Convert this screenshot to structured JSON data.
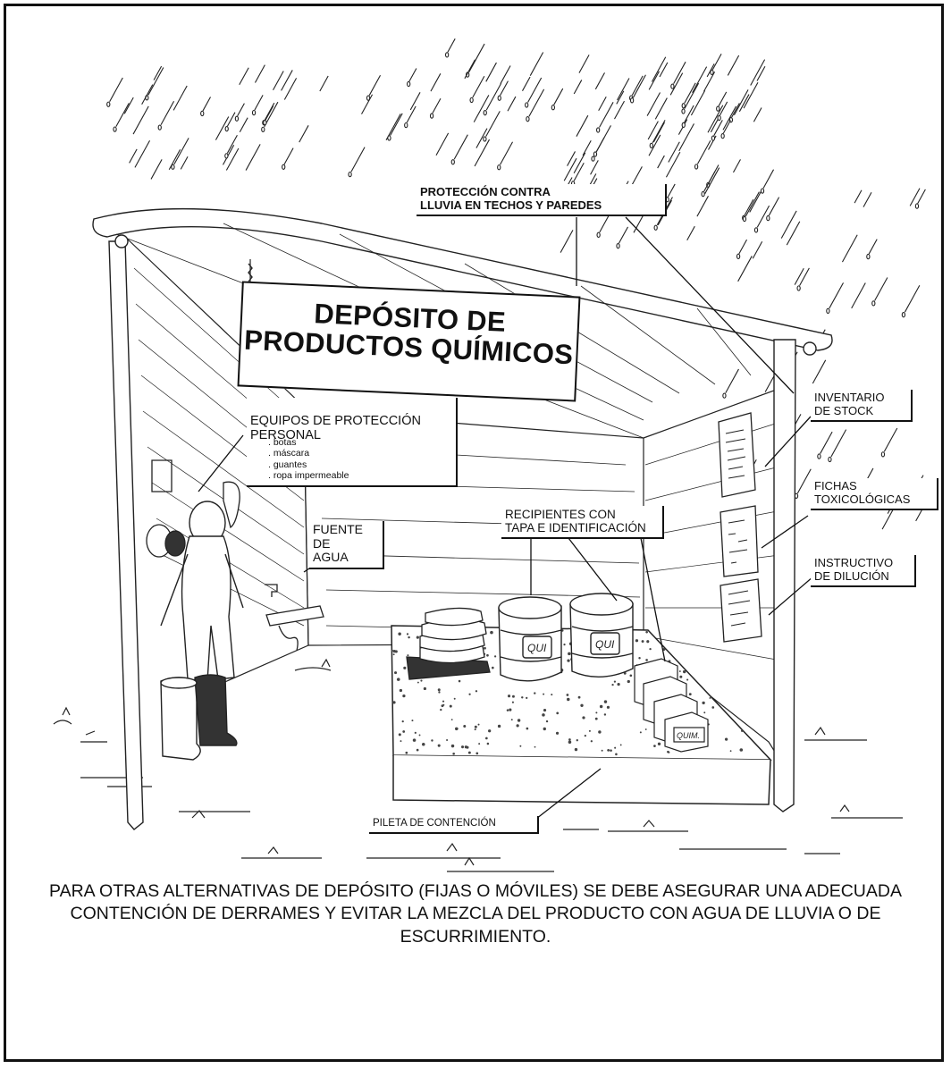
{
  "sign": {
    "line1": "DEPÓSITO DE",
    "line2": "PRODUCTOS QUÍMICOS"
  },
  "labels": {
    "rain_protection": "PROTECCIÓN CONTRA\nLLUVIA EN TECHOS Y PAREDES",
    "ppe_title": "EQUIPOS DE PROTECCIÓN\nPERSONAL",
    "ppe_items": [
      ". botas",
      ". máscara",
      ". guantes",
      ". ropa impermeable"
    ],
    "water_source": "FUENTE DE\nAGUA",
    "containers": "RECIPIENTES CON\nTAPA  E IDENTIFICACIÓN",
    "inventory": "INVENTARIO\nDE STOCK",
    "tox_sheets": "FICHAS\nTOXICOLÓGICAS",
    "dilution": "INSTRUCTIVO\nDE DILUCIÓN",
    "containment": "PILETA DE CONTENCIÓN"
  },
  "container_tags": {
    "drum": "QUI",
    "box": "QUIM."
  },
  "caption": "PARA OTRAS ALTERNATIVAS DE DEPÓSITO (FIJAS O MÓVILES) SE DEBE ASEGURAR UNA ADECUADA CONTENCIÓN DE DERRAMES Y EVITAR LA MEZCLA DEL PRODUCTO CON AGUA DE LLUVIA O DE ESCURRIMIENTO."
}
